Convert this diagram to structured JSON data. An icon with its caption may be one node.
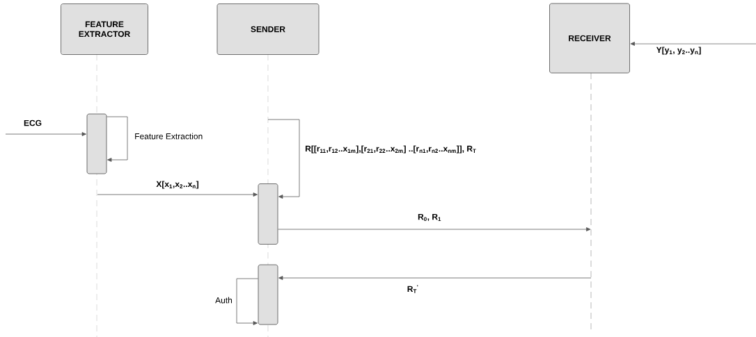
{
  "diagram": {
    "nodes": [
      {
        "text": [
          "FEATURE EXTRACTOR"
        ]
      },
      {
        "text": [
          "SENDER"
        ]
      },
      {
        "text": [
          "RECEIVER"
        ]
      },
      {
        "text": [],
        "shape": "bar"
      },
      {
        "text": [],
        "shape": "bar"
      },
      {
        "text": [],
        "shape": "bar"
      }
    ],
    "edges": [
      {
        "from": null,
        "to": 3,
        "arrow": "to",
        "label": "ECG"
      },
      {
        "from": 3,
        "to": 3,
        "arrow": "to",
        "label": "Feature Extraction"
      },
      {
        "from": null,
        "to": 4,
        "arrow": "to",
        "label": "X[x$_{1}$,x$_{2}$..x$_{n}$]"
      },
      {
        "from": null,
        "to": 4,
        "arrow": "to",
        "label": "R[[r$_{11}$,r$_{12}$..x$_{1m}$],[r$_{21}$,r$_{22}$..x$_{2m}$] ..[r$_{n1}$,r$_{n2}$..x$_{nm}$]], R$_{T}$"
      },
      {
        "from": 4,
        "to": null,
        "arrow": "to",
        "label": "R$_{0}$, R$_{1}$"
      },
      {
        "from": null,
        "to": 5,
        "arrow": "to",
        "label": "R$_{T}$$^{'}$"
      },
      {
        "from": 5,
        "to": 5,
        "arrow": "to",
        "label": "Auth"
      },
      {
        "from": null,
        "to": 2,
        "arrow": "to",
        "label": "Y[y$_{1}$, y$_{2}$..y$_{n}$]"
      }
    ]
  }
}
